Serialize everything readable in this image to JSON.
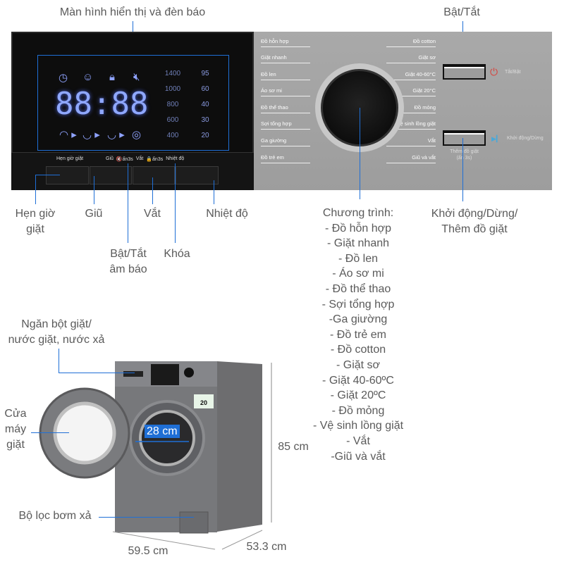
{
  "callouts": {
    "display": "Màn hình hiển thị và đèn báo",
    "power": "Bật/Tắt",
    "timer": [
      "Hẹn giờ",
      "giặt"
    ],
    "rinse": "Giũ",
    "spin": "Vắt",
    "temperature": "Nhiệt độ",
    "sound": [
      "Bật/Tắt",
      "âm báo"
    ],
    "lock": "Khóa",
    "programs_title": "Chương trình:",
    "programs": [
      "- Đồ hỗn hợp",
      "- Giặt nhanh",
      "- Đồ len",
      "- Áo sơ mi",
      "- Đồ thể thao",
      "- Sợi tổng hợp",
      "-Ga giường",
      "- Đồ trẻ em",
      "- Đồ cotton",
      "- Giặt sơ",
      "- Giặt 40-60ºC",
      "- Giặt 20ºC",
      "- Đồ mỏng",
      "- Vệ sinh lồng giặt",
      "- Vắt",
      "-Giũ và vắt"
    ],
    "start": [
      "Khởi động/Dừng/",
      "Thêm đồ giặt"
    ],
    "drawer": [
      "Ngăn bột giặt/",
      "nước giặt, nước xả"
    ],
    "door": [
      "Cửa",
      "máy",
      "giặt"
    ],
    "filter": "Bộ lọc bơm xả",
    "height": "85 cm",
    "width": "59.5 cm",
    "depth": "53.3 cm",
    "door_diameter": "28 cm"
  },
  "display": {
    "digits": "88:88",
    "speeds": [
      "1400",
      "1000",
      "800",
      "600",
      "400"
    ],
    "temps": [
      "95",
      "60",
      "40",
      "30",
      "20"
    ],
    "icons": [
      "clock-icon",
      "smiley-icon",
      "lock-icon",
      "mute-icon"
    ],
    "cycle_icons": [
      "wash-icon",
      "rinse-icon",
      "drain-icon",
      "spin-icon"
    ]
  },
  "panel_buttons": {
    "timer": "Hẹn giờ giặt",
    "rinse": "Giũ",
    "sound_hint": "🔇ấn3s",
    "spin": "Vắt",
    "lock_hint": "🔒ấn3s",
    "temp": "Nhiệt độ"
  },
  "dial": {
    "left": [
      "Đồ hỗn hợp",
      "Giặt nhanh",
      "Đồ len",
      "Áo sơ mi",
      "Đồ thể thao",
      "Sợi tổng hợp",
      "Ga giường",
      "Đồ trẻ em"
    ],
    "right": [
      "Đồ cotton",
      "Giặt sơ",
      "Giặt 40-60°C",
      "Giặt 20°C",
      "Đồ mỏng",
      "Vệ sinh lồng giặt",
      "Vắt",
      "Giũ và vắt"
    ]
  },
  "right_buttons": {
    "power": "Tắt/Bật",
    "start": "Khởi động/Dừng",
    "add_hint": [
      "Thêm đồ giặt",
      "(ấn 3s)"
    ]
  },
  "energy_label": "20",
  "colors": {
    "accent": "#1f6fd6",
    "display": "#8fa8ff",
    "power": "#d9403a",
    "play": "#4aa8d8"
  }
}
